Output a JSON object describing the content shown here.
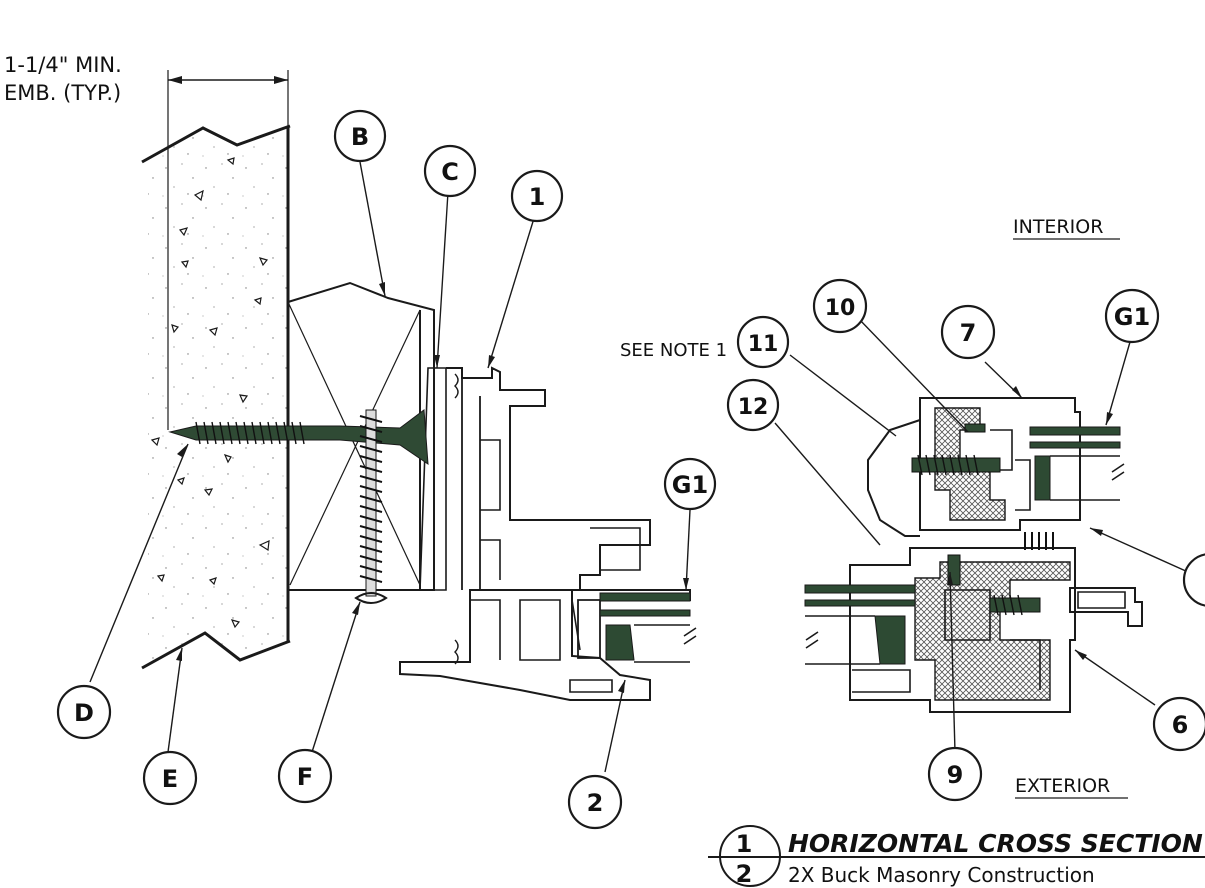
{
  "dimension": {
    "line1": "1-1/4\" MIN.",
    "line2": "EMB. (TYP.)"
  },
  "labels": {
    "interior": "INTERIOR",
    "exterior": "EXTERIOR",
    "see_note": "SEE NOTE 1"
  },
  "callouts": {
    "B": "B",
    "C": "C",
    "D": "D",
    "E": "E",
    "F": "F",
    "n1": "1",
    "n2": "2",
    "G1_left": "G1",
    "G1_right": "G1",
    "n6": "6",
    "n7": "7",
    "n9": "9",
    "n10": "10",
    "n11": "11",
    "n12": "12"
  },
  "title_block": {
    "detail_number": "1",
    "sheet_number": "2",
    "title": "HORIZONTAL CROSS SECTION",
    "subtitle": "2X Buck Masonry Construction"
  },
  "colors": {
    "ink": "#1a1a1a",
    "screw": "#2f4a34",
    "glass_seal": "#2d4a33",
    "hatch": "#555555"
  }
}
